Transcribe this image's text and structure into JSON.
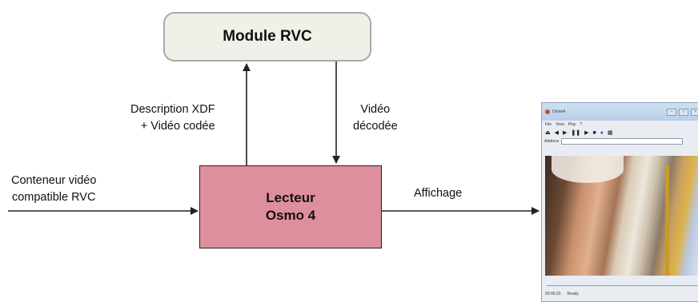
{
  "module": {
    "title": "Module RVC"
  },
  "lecteur": {
    "line1": "Lecteur",
    "line2": "Osmo 4"
  },
  "labels": {
    "description_line1": "Description XDF",
    "description_line2": "+ Vidéo codée",
    "video_line1": "Vidéo",
    "video_line2": "décodée",
    "conteneur_line1": "Conteneur vidéo",
    "conteneur_line2": "compatible RVC",
    "affichage": "Affichage"
  },
  "player": {
    "title": "Osmo4",
    "menu": [
      "File",
      "View",
      "Play",
      "?"
    ],
    "address_label": "Address",
    "time": "00:00.23",
    "status": "Ready"
  },
  "colors": {
    "module_fill": "#eef1e8",
    "module_border": "#a9aaa3",
    "lecteur_fill": "#de8f9d",
    "arrow": "#222222"
  }
}
